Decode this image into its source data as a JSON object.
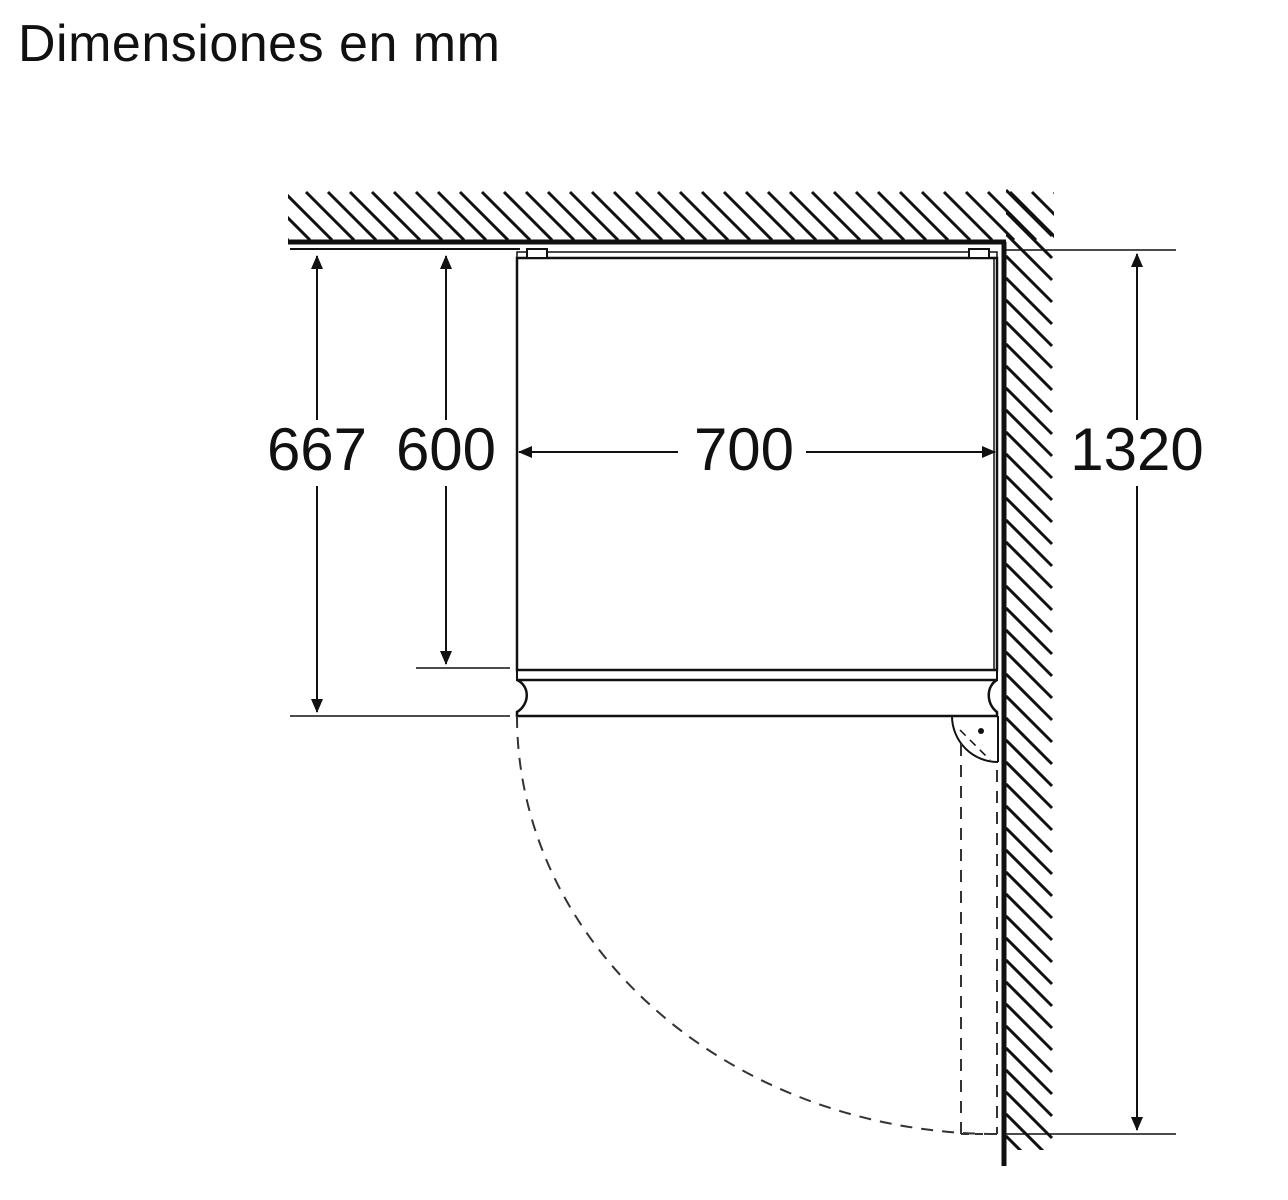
{
  "title": "Dimensiones en mm",
  "dimensions": {
    "depth_total": "667",
    "depth_body": "600",
    "width": "700",
    "door_swing_clearance": "1320"
  }
}
